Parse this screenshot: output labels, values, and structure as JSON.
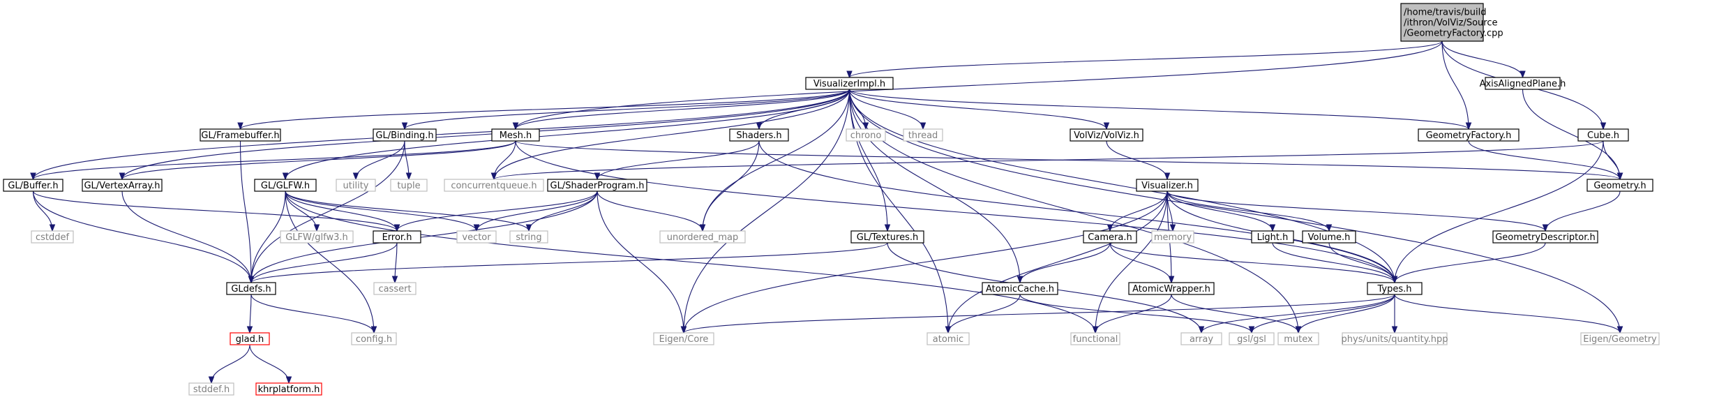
{
  "diagram": {
    "title": "",
    "colors": {
      "edge": "#191970",
      "root_fill": "#bfbfbf",
      "node_border": "#000000",
      "system_border": "#bfbfbf",
      "system_text": "#7f7f7f",
      "missing_border": "#ff0000"
    },
    "nodes": [
      {
        "id": "root",
        "label": [
          "/home/travis/build",
          "/ithron/VolViz/Source",
          "/GeometryFactory.cpp"
        ],
        "kind": "root"
      },
      {
        "id": "visimpl",
        "label": [
          "VisualizerImpl.h"
        ],
        "kind": "local"
      },
      {
        "id": "aaplane",
        "label": [
          "AxisAlignedPlane.h"
        ],
        "kind": "local"
      },
      {
        "id": "framebuffer",
        "label": [
          "GL/Framebuffer.h"
        ],
        "kind": "local"
      },
      {
        "id": "binding",
        "label": [
          "GL/Binding.h"
        ],
        "kind": "local"
      },
      {
        "id": "mesh",
        "label": [
          "Mesh.h"
        ],
        "kind": "local"
      },
      {
        "id": "shaders",
        "label": [
          "Shaders.h"
        ],
        "kind": "local"
      },
      {
        "id": "chrono",
        "label": [
          "chrono"
        ],
        "kind": "system"
      },
      {
        "id": "thread",
        "label": [
          "thread"
        ],
        "kind": "system"
      },
      {
        "id": "volviz",
        "label": [
          "VolViz/VolViz.h"
        ],
        "kind": "local"
      },
      {
        "id": "geofactory",
        "label": [
          "GeometryFactory.h"
        ],
        "kind": "local"
      },
      {
        "id": "cube",
        "label": [
          "Cube.h"
        ],
        "kind": "local"
      },
      {
        "id": "buffer",
        "label": [
          "GL/Buffer.h"
        ],
        "kind": "local"
      },
      {
        "id": "vertexarray",
        "label": [
          "GL/VertexArray.h"
        ],
        "kind": "local"
      },
      {
        "id": "glfw",
        "label": [
          "GL/GLFW.h"
        ],
        "kind": "local"
      },
      {
        "id": "utility",
        "label": [
          "utility"
        ],
        "kind": "system"
      },
      {
        "id": "tuple",
        "label": [
          "tuple"
        ],
        "kind": "system"
      },
      {
        "id": "concurrentqueue",
        "label": [
          "concurrentqueue.h"
        ],
        "kind": "system"
      },
      {
        "id": "shaderprogram",
        "label": [
          "GL/ShaderProgram.h"
        ],
        "kind": "local"
      },
      {
        "id": "visualizer",
        "label": [
          "Visualizer.h"
        ],
        "kind": "local"
      },
      {
        "id": "geometry",
        "label": [
          "Geometry.h"
        ],
        "kind": "local"
      },
      {
        "id": "cstddef",
        "label": [
          "cstddef"
        ],
        "kind": "system"
      },
      {
        "id": "glfw3",
        "label": [
          "GLFW/glfw3.h"
        ],
        "kind": "system"
      },
      {
        "id": "error",
        "label": [
          "Error.h"
        ],
        "kind": "local"
      },
      {
        "id": "vector",
        "label": [
          "vector"
        ],
        "kind": "system"
      },
      {
        "id": "string",
        "label": [
          "string"
        ],
        "kind": "system"
      },
      {
        "id": "unordered_map",
        "label": [
          "unordered_map"
        ],
        "kind": "system"
      },
      {
        "id": "textures",
        "label": [
          "GL/Textures.h"
        ],
        "kind": "local"
      },
      {
        "id": "camera",
        "label": [
          "Camera.h"
        ],
        "kind": "local"
      },
      {
        "id": "memory",
        "label": [
          "memory"
        ],
        "kind": "system"
      },
      {
        "id": "light",
        "label": [
          "Light.h"
        ],
        "kind": "local"
      },
      {
        "id": "volume",
        "label": [
          "Volume.h"
        ],
        "kind": "local"
      },
      {
        "id": "geodesc",
        "label": [
          "GeometryDescriptor.h"
        ],
        "kind": "local"
      },
      {
        "id": "gldefs",
        "label": [
          "GLdefs.h"
        ],
        "kind": "local"
      },
      {
        "id": "cassert",
        "label": [
          "cassert"
        ],
        "kind": "system"
      },
      {
        "id": "atomiccache",
        "label": [
          "AtomicCache.h"
        ],
        "kind": "local"
      },
      {
        "id": "atomicwrapper",
        "label": [
          "AtomicWrapper.h"
        ],
        "kind": "local"
      },
      {
        "id": "types",
        "label": [
          "Types.h"
        ],
        "kind": "local"
      },
      {
        "id": "glad",
        "label": [
          "glad.h"
        ],
        "kind": "missing"
      },
      {
        "id": "config",
        "label": [
          "config.h"
        ],
        "kind": "system"
      },
      {
        "id": "eigencore",
        "label": [
          "Eigen/Core"
        ],
        "kind": "system"
      },
      {
        "id": "atomic",
        "label": [
          "atomic"
        ],
        "kind": "system"
      },
      {
        "id": "functional",
        "label": [
          "functional"
        ],
        "kind": "system"
      },
      {
        "id": "array",
        "label": [
          "array"
        ],
        "kind": "system"
      },
      {
        "id": "gsl",
        "label": [
          "gsl/gsl"
        ],
        "kind": "system"
      },
      {
        "id": "mutex",
        "label": [
          "mutex"
        ],
        "kind": "system"
      },
      {
        "id": "physunits",
        "label": [
          "phys/units/quantity.hpp"
        ],
        "kind": "system"
      },
      {
        "id": "eigengeometry",
        "label": [
          "Eigen/Geometry"
        ],
        "kind": "system"
      },
      {
        "id": "stddef",
        "label": [
          "stddef.h"
        ],
        "kind": "system"
      },
      {
        "id": "khrplatform",
        "label": [
          "khrplatform.h"
        ],
        "kind": "missing"
      }
    ],
    "edges": [
      [
        "root",
        "visimpl"
      ],
      [
        "root",
        "mesh"
      ],
      [
        "root",
        "geofactory"
      ],
      [
        "root",
        "aaplane"
      ],
      [
        "root",
        "cube"
      ],
      [
        "aaplane",
        "geometry"
      ],
      [
        "visimpl",
        "framebuffer"
      ],
      [
        "visimpl",
        "binding"
      ],
      [
        "visimpl",
        "mesh"
      ],
      [
        "visimpl",
        "shaders"
      ],
      [
        "visimpl",
        "chrono"
      ],
      [
        "visimpl",
        "thread"
      ],
      [
        "visimpl",
        "volviz"
      ],
      [
        "visimpl",
        "geofactory"
      ],
      [
        "visimpl",
        "buffer"
      ],
      [
        "visimpl",
        "vertexarray"
      ],
      [
        "visimpl",
        "glfw"
      ],
      [
        "visimpl",
        "concurrentqueue"
      ],
      [
        "visimpl",
        "unordered_map"
      ],
      [
        "visimpl",
        "textures"
      ],
      [
        "visimpl",
        "atomiccache"
      ],
      [
        "visimpl",
        "eigencore"
      ],
      [
        "visimpl",
        "atomic"
      ],
      [
        "visimpl",
        "types"
      ],
      [
        "visimpl",
        "mutex"
      ],
      [
        "visimpl",
        "eigengeometry"
      ],
      [
        "framebuffer",
        "gldefs"
      ],
      [
        "binding",
        "utility"
      ],
      [
        "binding",
        "tuple"
      ],
      [
        "binding",
        "gldefs"
      ],
      [
        "mesh",
        "buffer"
      ],
      [
        "mesh",
        "vertexarray"
      ],
      [
        "mesh",
        "concurrentqueue"
      ],
      [
        "mesh",
        "geometry"
      ],
      [
        "mesh",
        "types"
      ],
      [
        "shaders",
        "shaderprogram"
      ],
      [
        "shaders",
        "unordered_map"
      ],
      [
        "shaders",
        "types"
      ],
      [
        "volviz",
        "visualizer"
      ],
      [
        "geofactory",
        "geometry"
      ],
      [
        "cube",
        "concurrentqueue"
      ],
      [
        "cube",
        "geometry"
      ],
      [
        "cube",
        "types"
      ],
      [
        "buffer",
        "cstddef"
      ],
      [
        "buffer",
        "error"
      ],
      [
        "buffer",
        "gldefs"
      ],
      [
        "vertexarray",
        "gldefs"
      ],
      [
        "glfw",
        "glfw3"
      ],
      [
        "glfw",
        "error"
      ],
      [
        "glfw",
        "vector"
      ],
      [
        "glfw",
        "string"
      ],
      [
        "glfw",
        "gldefs"
      ],
      [
        "glfw",
        "config"
      ],
      [
        "glfw",
        "functional"
      ],
      [
        "shaderprogram",
        "error"
      ],
      [
        "shaderprogram",
        "vector"
      ],
      [
        "shaderprogram",
        "string"
      ],
      [
        "shaderprogram",
        "unordered_map"
      ],
      [
        "shaderprogram",
        "gldefs"
      ],
      [
        "shaderprogram",
        "eigencore"
      ],
      [
        "visualizer",
        "camera"
      ],
      [
        "visualizer",
        "memory"
      ],
      [
        "visualizer",
        "light"
      ],
      [
        "visualizer",
        "volume"
      ],
      [
        "visualizer",
        "geodesc"
      ],
      [
        "visualizer",
        "atomicwrapper"
      ],
      [
        "visualizer",
        "types"
      ],
      [
        "visualizer",
        "eigencore"
      ],
      [
        "visualizer",
        "atomic"
      ],
      [
        "visualizer",
        "functional"
      ],
      [
        "geometry",
        "geodesc"
      ],
      [
        "error",
        "cassert"
      ],
      [
        "error",
        "gldefs"
      ],
      [
        "textures",
        "gldefs"
      ],
      [
        "textures",
        "array"
      ],
      [
        "camera",
        "atomiccache"
      ],
      [
        "camera",
        "atomicwrapper"
      ],
      [
        "camera",
        "types"
      ],
      [
        "light",
        "types"
      ],
      [
        "volume",
        "types"
      ],
      [
        "geodesc",
        "types"
      ],
      [
        "gldefs",
        "glad"
      ],
      [
        "gldefs",
        "config"
      ],
      [
        "atomiccache",
        "atomic"
      ],
      [
        "atomiccache",
        "gsl"
      ],
      [
        "atomicwrapper",
        "functional"
      ],
      [
        "atomicwrapper",
        "mutex"
      ],
      [
        "types",
        "eigencore"
      ],
      [
        "types",
        "array"
      ],
      [
        "types",
        "gsl"
      ],
      [
        "types",
        "mutex"
      ],
      [
        "types",
        "physunits"
      ],
      [
        "types",
        "eigengeometry"
      ],
      [
        "glad",
        "stddef"
      ],
      [
        "glad",
        "khrplatform"
      ]
    ]
  }
}
